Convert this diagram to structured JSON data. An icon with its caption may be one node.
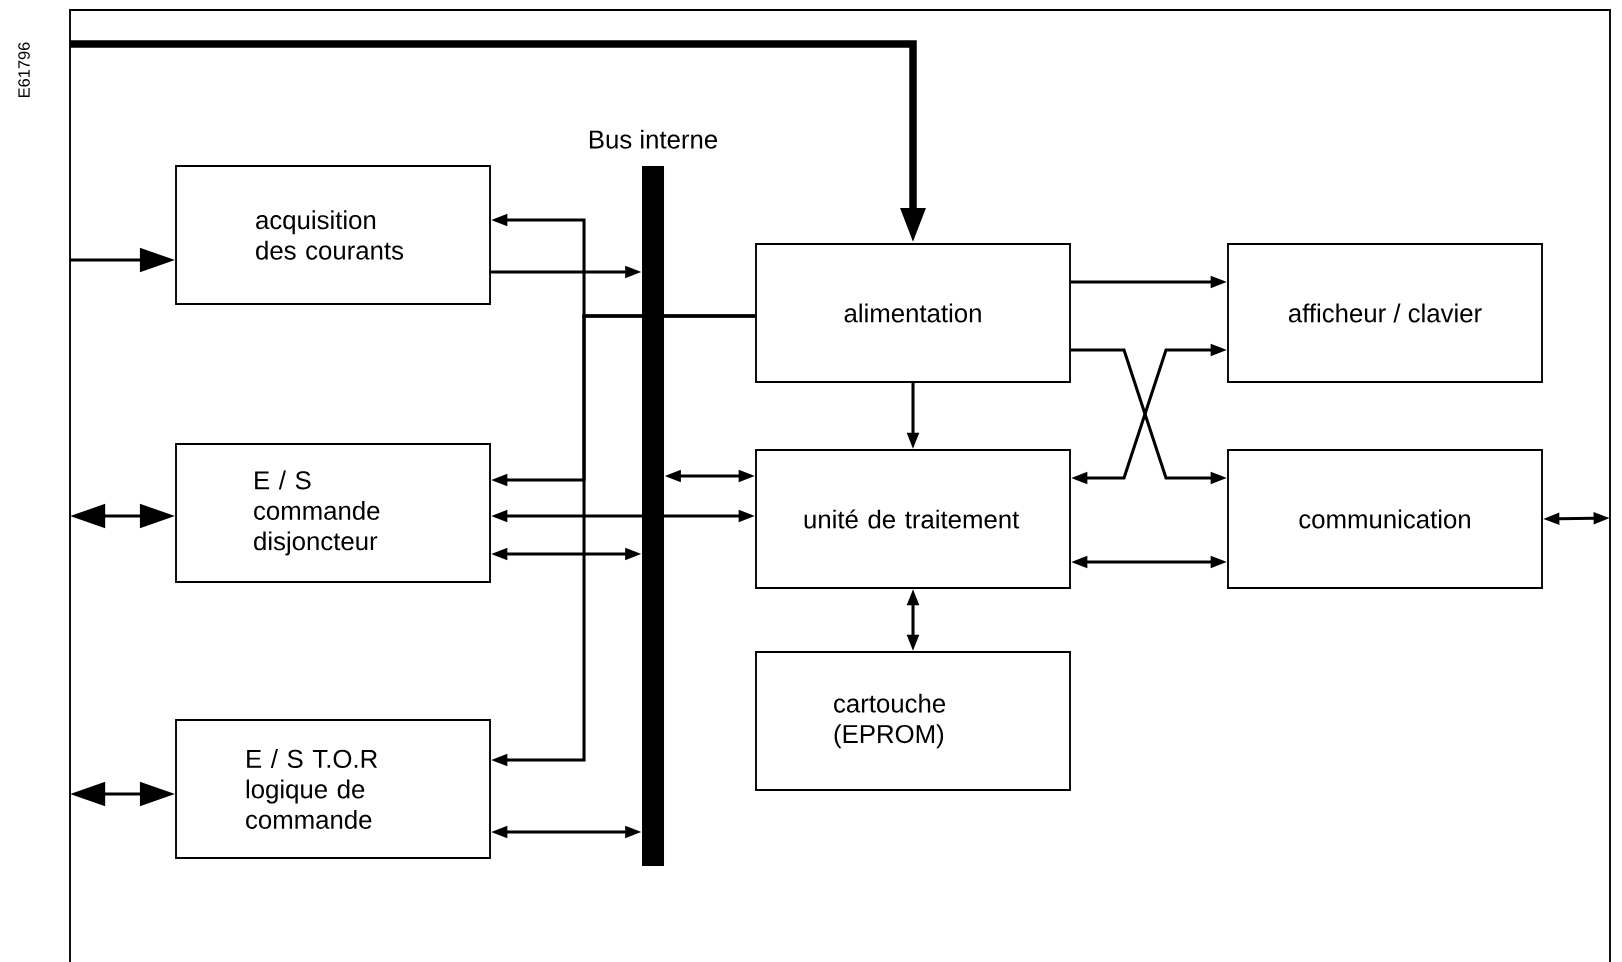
{
  "diagram": {
    "nodes": [
      {
        "text": [
          "acquisition des courants"
        ]
      },
      {
        "text": [
          "E / S commande disjoncteur"
        ]
      },
      {
        "text": [
          "E / S T.O.R",
          "logique de commande"
        ]
      },
      {
        "text": [
          "Bus interne"
        ]
      },
      {
        "text": [
          "alimentation"
        ]
      },
      {
        "text": [
          "afficheur / clavier"
        ]
      },
      {
        "text": [
          "unité de traitement"
        ]
      },
      {
        "text": [
          "communication"
        ]
      },
      {
        "text": [
          "cartouche (EPROM)"
        ]
      }
    ],
    "edges": [
      {
        "from": null,
        "to": 0,
        "arrow": "to"
      },
      {
        "from": null,
        "to": 1,
        "arrow": "both"
      },
      {
        "from": null,
        "to": 2,
        "arrow": "both"
      },
      {
        "from": null,
        "to": 4,
        "arrow": "to",
        "style": "thick"
      },
      {
        "from": 4,
        "to": 0,
        "arrow": "to"
      },
      {
        "from": 4,
        "to": 1,
        "arrow": "to"
      },
      {
        "from": 4,
        "to": 2,
        "arrow": "to"
      },
      {
        "from": 0,
        "to": 3,
        "arrow": "to"
      },
      {
        "from": 1,
        "to": 3,
        "arrow": "both"
      },
      {
        "from": 2,
        "to": 3,
        "arrow": "both"
      },
      {
        "from": 3,
        "to": 6,
        "arrow": "both"
      },
      {
        "from": 1,
        "to": 6,
        "arrow": "both"
      },
      {
        "from": 4,
        "to": 6,
        "arrow": "to"
      },
      {
        "from": 4,
        "to": 5,
        "arrow": "to"
      },
      {
        "from": 4,
        "to": 7,
        "arrow": "to"
      },
      {
        "from": 6,
        "to": 5,
        "arrow": "both"
      },
      {
        "from": 6,
        "to": 7,
        "arrow": "both"
      },
      {
        "from": 6,
        "to": 8,
        "arrow": "both"
      },
      {
        "from": 7,
        "to": null,
        "arrow": "both"
      }
    ],
    "labels": [
      "E61796"
    ]
  }
}
